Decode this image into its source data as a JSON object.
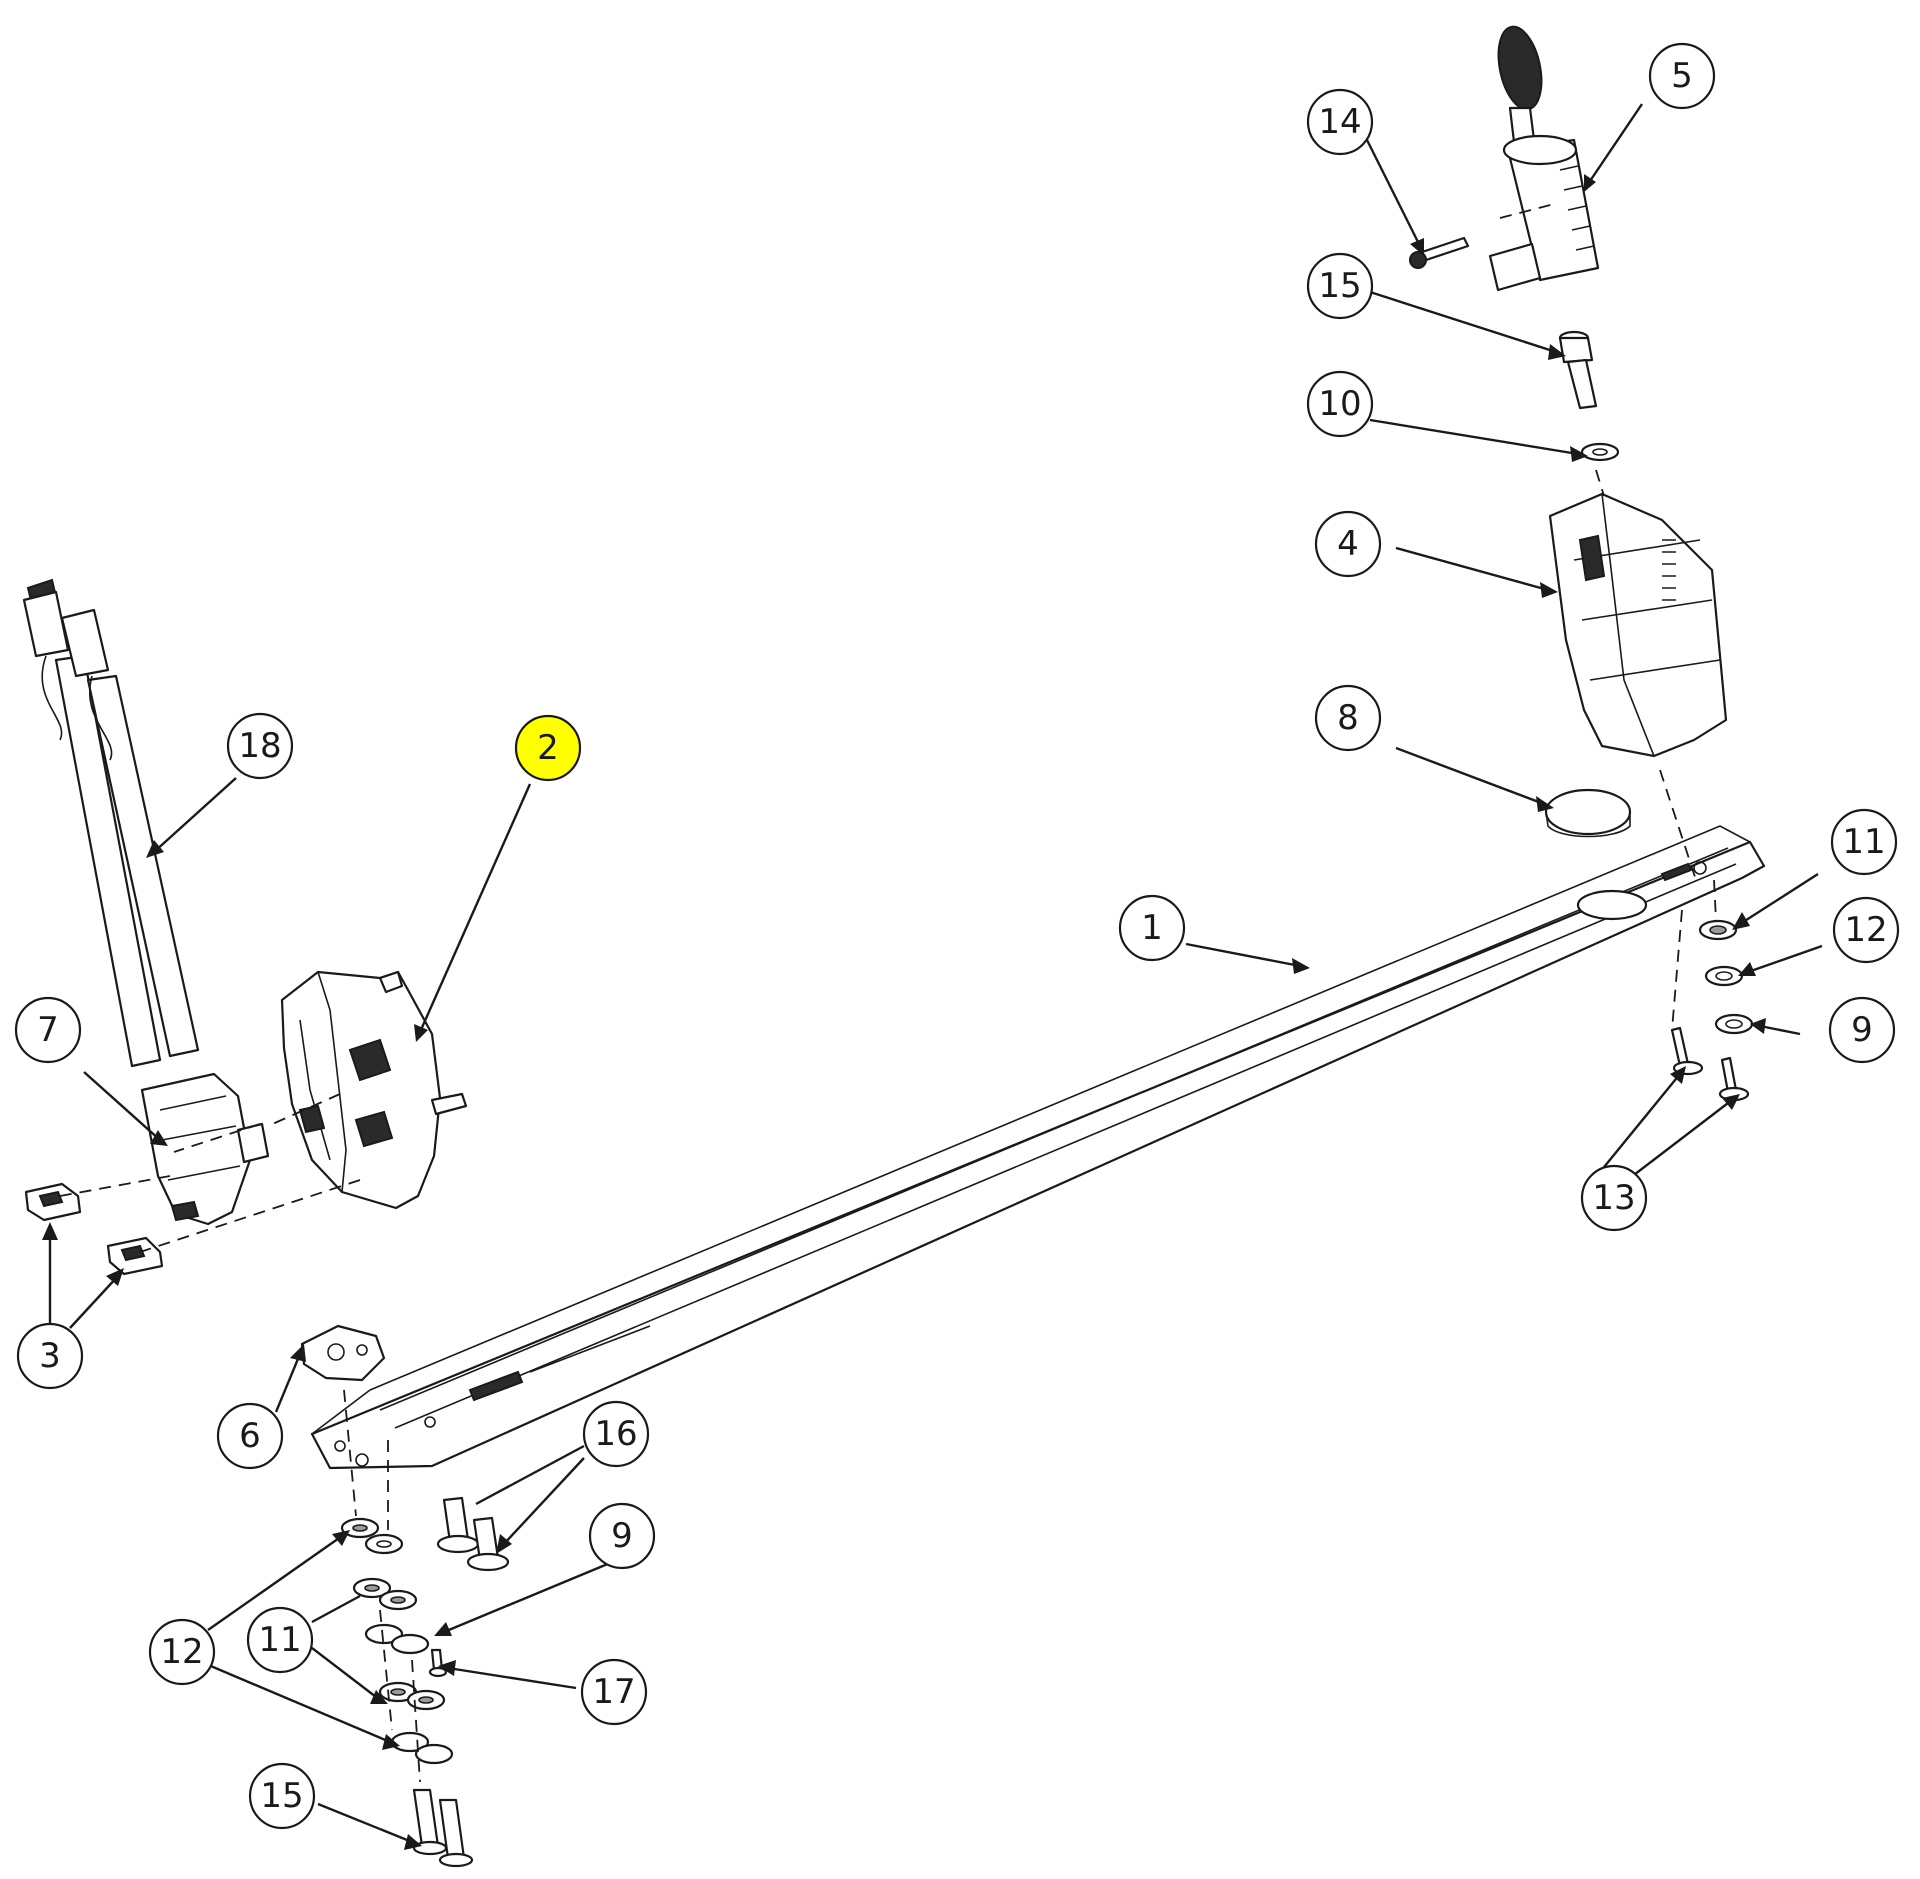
{
  "diagram": {
    "highlight_color": "#ffff00",
    "line_color": "#1a1a1a",
    "callouts": [
      {
        "id": "c1",
        "label": "1"
      },
      {
        "id": "c2",
        "label": "2",
        "highlighted": true
      },
      {
        "id": "c3",
        "label": "3"
      },
      {
        "id": "c4",
        "label": "4"
      },
      {
        "id": "c5",
        "label": "5"
      },
      {
        "id": "c6",
        "label": "6"
      },
      {
        "id": "c7",
        "label": "7"
      },
      {
        "id": "c8",
        "label": "8"
      },
      {
        "id": "c9a",
        "label": "9"
      },
      {
        "id": "c9b",
        "label": "9"
      },
      {
        "id": "c10",
        "label": "10"
      },
      {
        "id": "c11a",
        "label": "11"
      },
      {
        "id": "c11b",
        "label": "11"
      },
      {
        "id": "c12a",
        "label": "12"
      },
      {
        "id": "c12b",
        "label": "12"
      },
      {
        "id": "c13",
        "label": "13"
      },
      {
        "id": "c14",
        "label": "14"
      },
      {
        "id": "c15a",
        "label": "15"
      },
      {
        "id": "c15b",
        "label": "15"
      },
      {
        "id": "c16",
        "label": "16"
      },
      {
        "id": "c17",
        "label": "17"
      },
      {
        "id": "c18",
        "label": "18"
      }
    ]
  }
}
